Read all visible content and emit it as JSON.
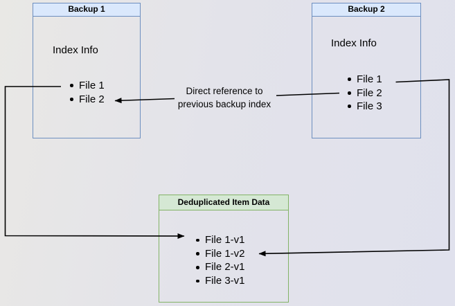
{
  "diagram": {
    "backup1": {
      "title": "Backup 1",
      "label": "Index Info",
      "items": [
        "File 1",
        "File 2"
      ]
    },
    "backup2": {
      "title": "Backup 2",
      "label": "Index Info",
      "items": [
        "File 1",
        "File 2",
        "File 3"
      ]
    },
    "dedup": {
      "title": "Deduplicated Item Data",
      "items": [
        "File 1-v1",
        "File 1-v2",
        "File 2-v1",
        "File 3-v1"
      ]
    },
    "annotation": {
      "line1": "Direct reference to",
      "line2": "previous backup index"
    }
  },
  "colors": {
    "blue_border": "#6c8ebf",
    "blue_header_fill": "#dae8fc",
    "green_border": "#82b366",
    "green_header_fill": "#d5e8d4",
    "arrow": "#000000",
    "background_left": "#e9e8e5",
    "background_right": "#e0e1ed"
  }
}
